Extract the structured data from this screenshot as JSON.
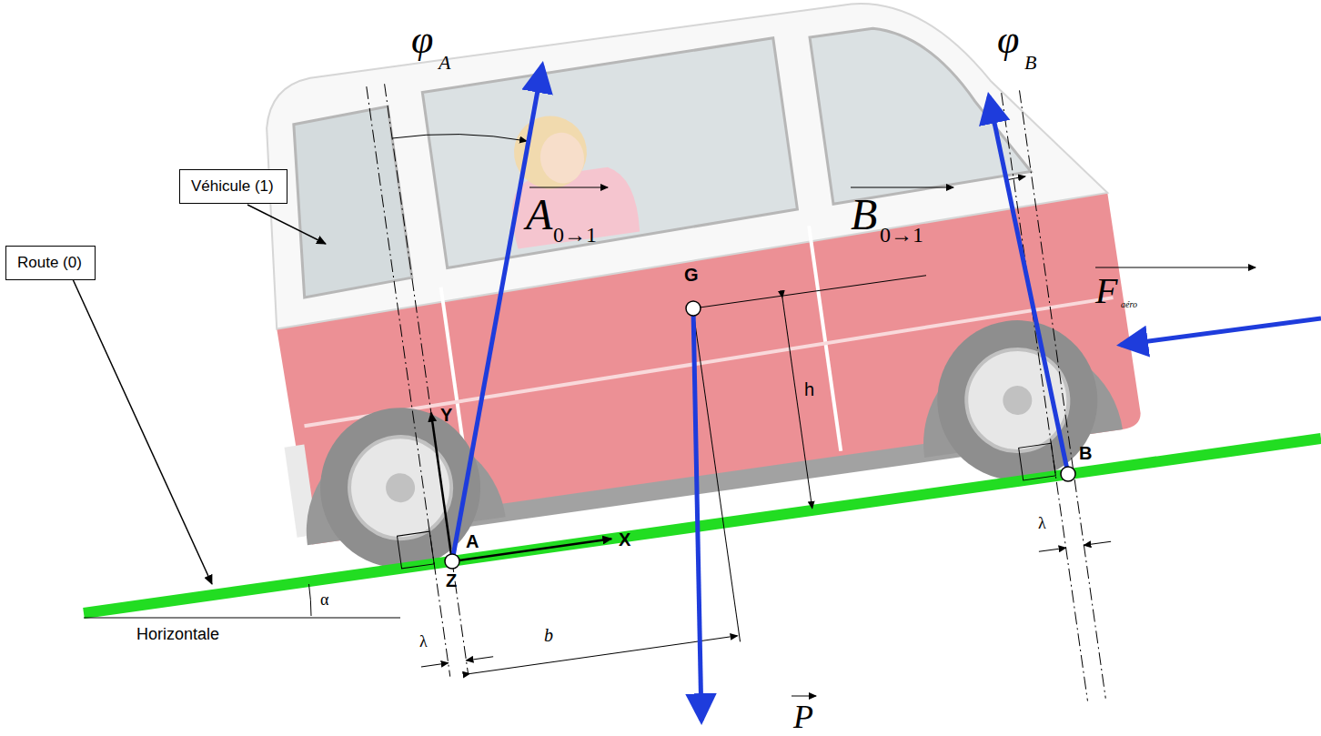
{
  "diagram": {
    "nodes": [
      {
        "text": [
          "Véhicule (1)"
        ]
      },
      {
        "text": [
          "Route (0)"
        ]
      }
    ],
    "labels": [
      "φ",
      "A",
      "A",
      "0→1",
      "φ",
      "B",
      "B",
      "0→1",
      "F",
      "aéro",
      "G",
      "h",
      "Y",
      "X",
      "A",
      "Z",
      "B",
      "λ",
      "λ",
      "α",
      "Horizontale",
      "b",
      "P"
    ]
  }
}
